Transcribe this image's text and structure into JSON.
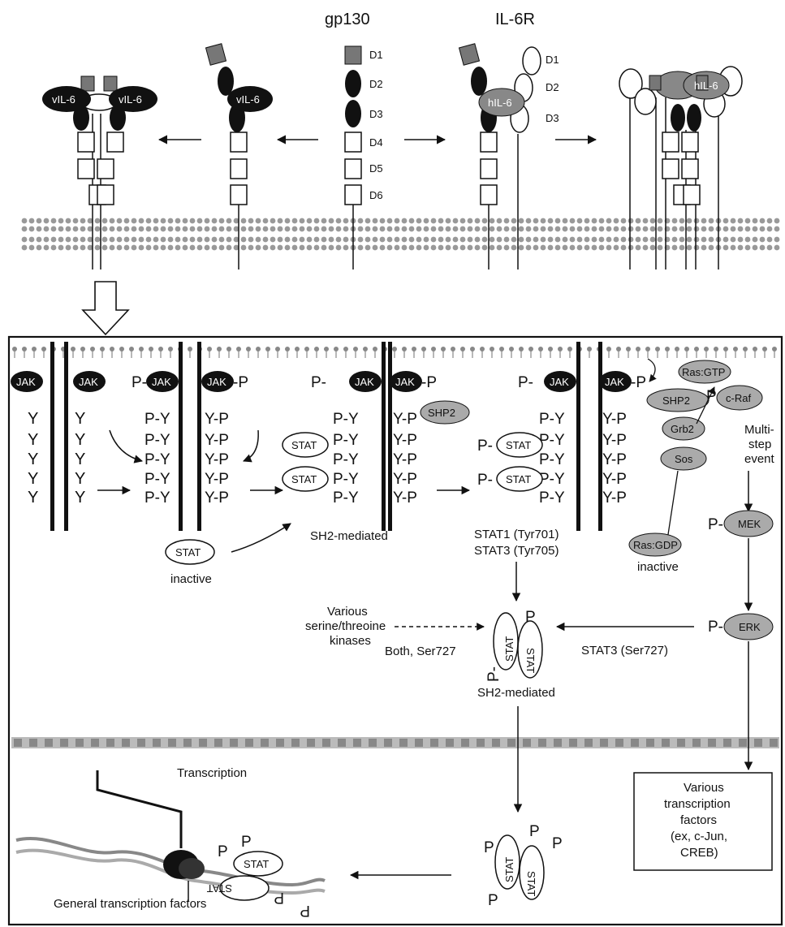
{
  "top": {
    "gp130_label": "gp130",
    "il6r_label": "IL-6R",
    "domains": [
      "D1",
      "D2",
      "D3",
      "D4",
      "D5",
      "D6"
    ],
    "il6r_domains": [
      "D1",
      "D2",
      "D3"
    ],
    "vil6_label": "vIL-6",
    "hil6_label": "hIL-6"
  },
  "panel": {
    "jak": "JAK",
    "y": "Y",
    "py": "P-Y",
    "yp": "Y-P",
    "p_prefix": "P-",
    "p_suffix": "-P",
    "p": "P",
    "stat": "STAT",
    "shp2": "SHP2",
    "grb2": "Grb2",
    "sos": "Sos",
    "ras_gtp": "Ras:GTP",
    "ras_gdp": "Ras:GDP",
    "craf": "c-Raf",
    "mek": "MEK",
    "erk": "ERK",
    "inactive": "inactive",
    "sh2_mediated": "SH2-mediated",
    "stat1_tyr": "STAT1 (Tyr701)",
    "stat3_tyr": "STAT3 (Tyr705)",
    "multistep": [
      "Multi-",
      "step",
      "event"
    ],
    "various_kinases": [
      "Various",
      "serine/threoine",
      "kinases"
    ],
    "both_ser": "Both, Ser727",
    "stat3_ser": "STAT3 (Ser727)",
    "transcription": "Transcription",
    "general_tf": "General transcription factors",
    "various_tf": [
      "Various",
      "transcription",
      "factors",
      "(ex, c-Jun,",
      "CREB)"
    ]
  }
}
